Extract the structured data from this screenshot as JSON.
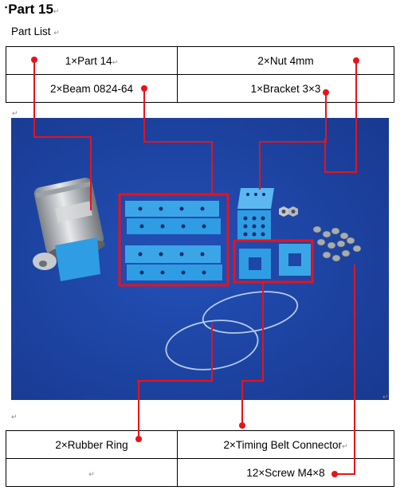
{
  "heading": {
    "bullet": "▪",
    "title": "Part 15"
  },
  "subheading": "Part List",
  "top_table": [
    [
      "1×Part 14",
      "2×Nut 4mm"
    ],
    [
      "2×Beam 0824-64",
      "1×Bracket 3×3"
    ]
  ],
  "bottom_table": [
    [
      "2×Rubber Ring",
      "2×Timing Belt Connector"
    ],
    [
      "",
      "12×Screw M4×8"
    ]
  ],
  "paragraph_mark": "↵",
  "colors": {
    "photo_background": "#1d46a8",
    "callout": "#e8121b",
    "part_blue": "#2f9de3"
  },
  "icons": [
    "motor-icon",
    "beam-icon",
    "bracket-icon",
    "nut-icon",
    "screw-icon",
    "ring-icon",
    "belt-connector-icon"
  ]
}
